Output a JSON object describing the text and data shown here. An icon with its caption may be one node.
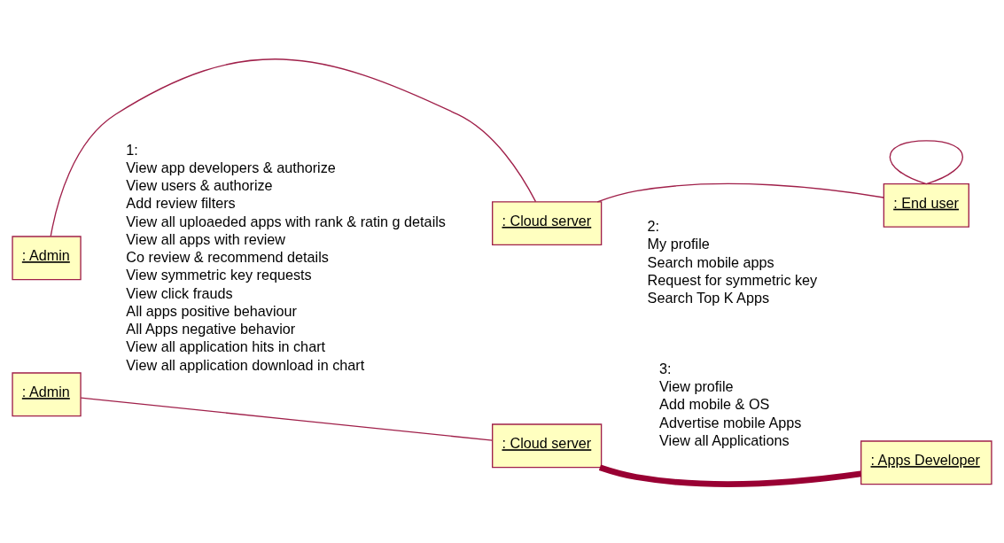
{
  "diagram": {
    "nodes": [
      {
        "text": [
          ": Admin"
        ]
      },
      {
        "text": [
          ": Cloud server"
        ]
      },
      {
        "text": [
          ": End user"
        ]
      },
      {
        "text": [
          ": Admin"
        ]
      },
      {
        "text": [
          ": Cloud server"
        ]
      },
      {
        "text": [
          ": Apps Developer"
        ]
      }
    ],
    "edges": [
      {
        "from": 0,
        "to": 1,
        "arrow": "none"
      },
      {
        "from": 1,
        "to": 2,
        "arrow": "none"
      },
      {
        "from": 2,
        "to": 2,
        "arrow": "none"
      },
      {
        "from": 3,
        "to": 4,
        "arrow": "none"
      },
      {
        "from": 4,
        "to": 5,
        "arrow": "none",
        "style": "thick",
        "color": "#990033"
      }
    ],
    "labels": [
      "1:",
      "View app developers & authorize",
      "View users & authorize",
      "Add review filters",
      "View all uploaeded apps with rank & ratin g details",
      "View all apps with review",
      "Co review & recommend details",
      "View symmetric key requests",
      "View click frauds",
      "All apps positive behaviour",
      "All Apps negative behavior",
      "View all application hits in chart",
      "View all application download in chart",
      "2:",
      "My profile",
      "Search mobile apps",
      "Request for symmetric key",
      "Search Top K Apps",
      "3:",
      "View profile",
      "Add mobile & OS",
      "Advertise mobile Apps",
      "View all Applications"
    ]
  }
}
